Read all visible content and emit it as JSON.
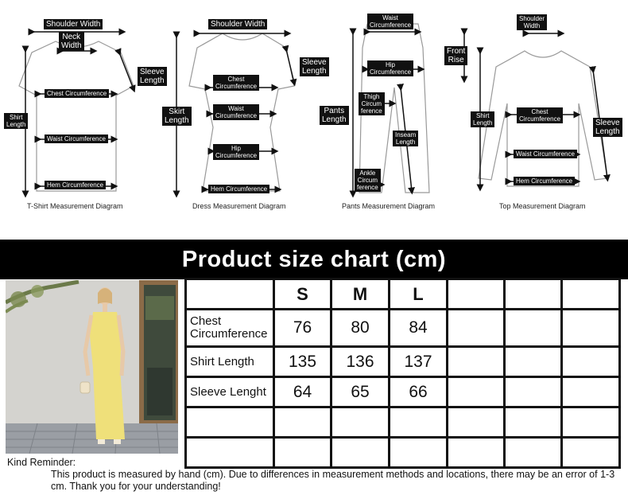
{
  "diagrams": {
    "tshirt": {
      "caption": "T-Shirt Measurement Diagram",
      "labels": {
        "shoulder_width": "Shoulder Width",
        "neck_width": "Neck\nWidth",
        "sleeve_length": "Sleeve\nLength",
        "shirt_length": "Shirt\nLength",
        "chest": "Chest Circumference",
        "waist": "Waist Circumference",
        "hem": "Hem Circumference"
      }
    },
    "dress": {
      "caption": "Dress Measurement Diagram",
      "labels": {
        "shoulder_width": "Shoulder Width",
        "sleeve_length": "Sleeve\nLength",
        "skirt_length": "Skirt\nLength",
        "chest": "Chest\nCircumference",
        "waist": "Waist\nCircumference",
        "hip": "Hip\nCircumference",
        "hem": "Hem Circumference"
      }
    },
    "pants": {
      "caption": "Pants Measurement Diagram",
      "labels": {
        "waist": "Waist\nCircumference",
        "front_rise": "Front\nRise",
        "hip": "Hip\nCircumference",
        "pants_length": "Pants\nLength",
        "thigh": "Thigh\nCircum\nference",
        "inseam": "Inseam\nLength",
        "ankle": "Ankle\nCircum\nference"
      }
    },
    "top": {
      "caption": "Top Measurement Diagram",
      "labels": {
        "shoulder_width": "Shoulder\nWidth",
        "shirt_length": "Shirt\nLength",
        "chest": "Chest\nCircumference",
        "sleeve_length": "Sleeve\nLength",
        "waist": "Waist Circumference",
        "hem": "Hem Circumference"
      }
    }
  },
  "banner": {
    "title": "Product size chart  (cm)"
  },
  "size_table": {
    "headers": [
      "",
      "S",
      "M",
      "L",
      "",
      "",
      ""
    ],
    "rows": [
      {
        "label": "Chest\nCircumference",
        "values": [
          "76",
          "80",
          "84",
          "",
          "",
          ""
        ]
      },
      {
        "label": "Shirt Length",
        "values": [
          "135",
          "136",
          "137",
          "",
          "",
          ""
        ]
      },
      {
        "label": "Sleeve Lenght",
        "values": [
          "64",
          "65",
          "66",
          "",
          "",
          ""
        ]
      },
      {
        "label": "",
        "values": [
          "",
          "",
          "",
          "",
          "",
          ""
        ]
      },
      {
        "label": "",
        "values": [
          "",
          "",
          "",
          "",
          "",
          ""
        ]
      }
    ]
  },
  "reminder": {
    "heading": "Kind Reminder:",
    "body": "This product is measured by hand (cm). Due to differences in measurement methods and locations, there may be an error of 1-3 cm. Thank you for your understanding!"
  }
}
